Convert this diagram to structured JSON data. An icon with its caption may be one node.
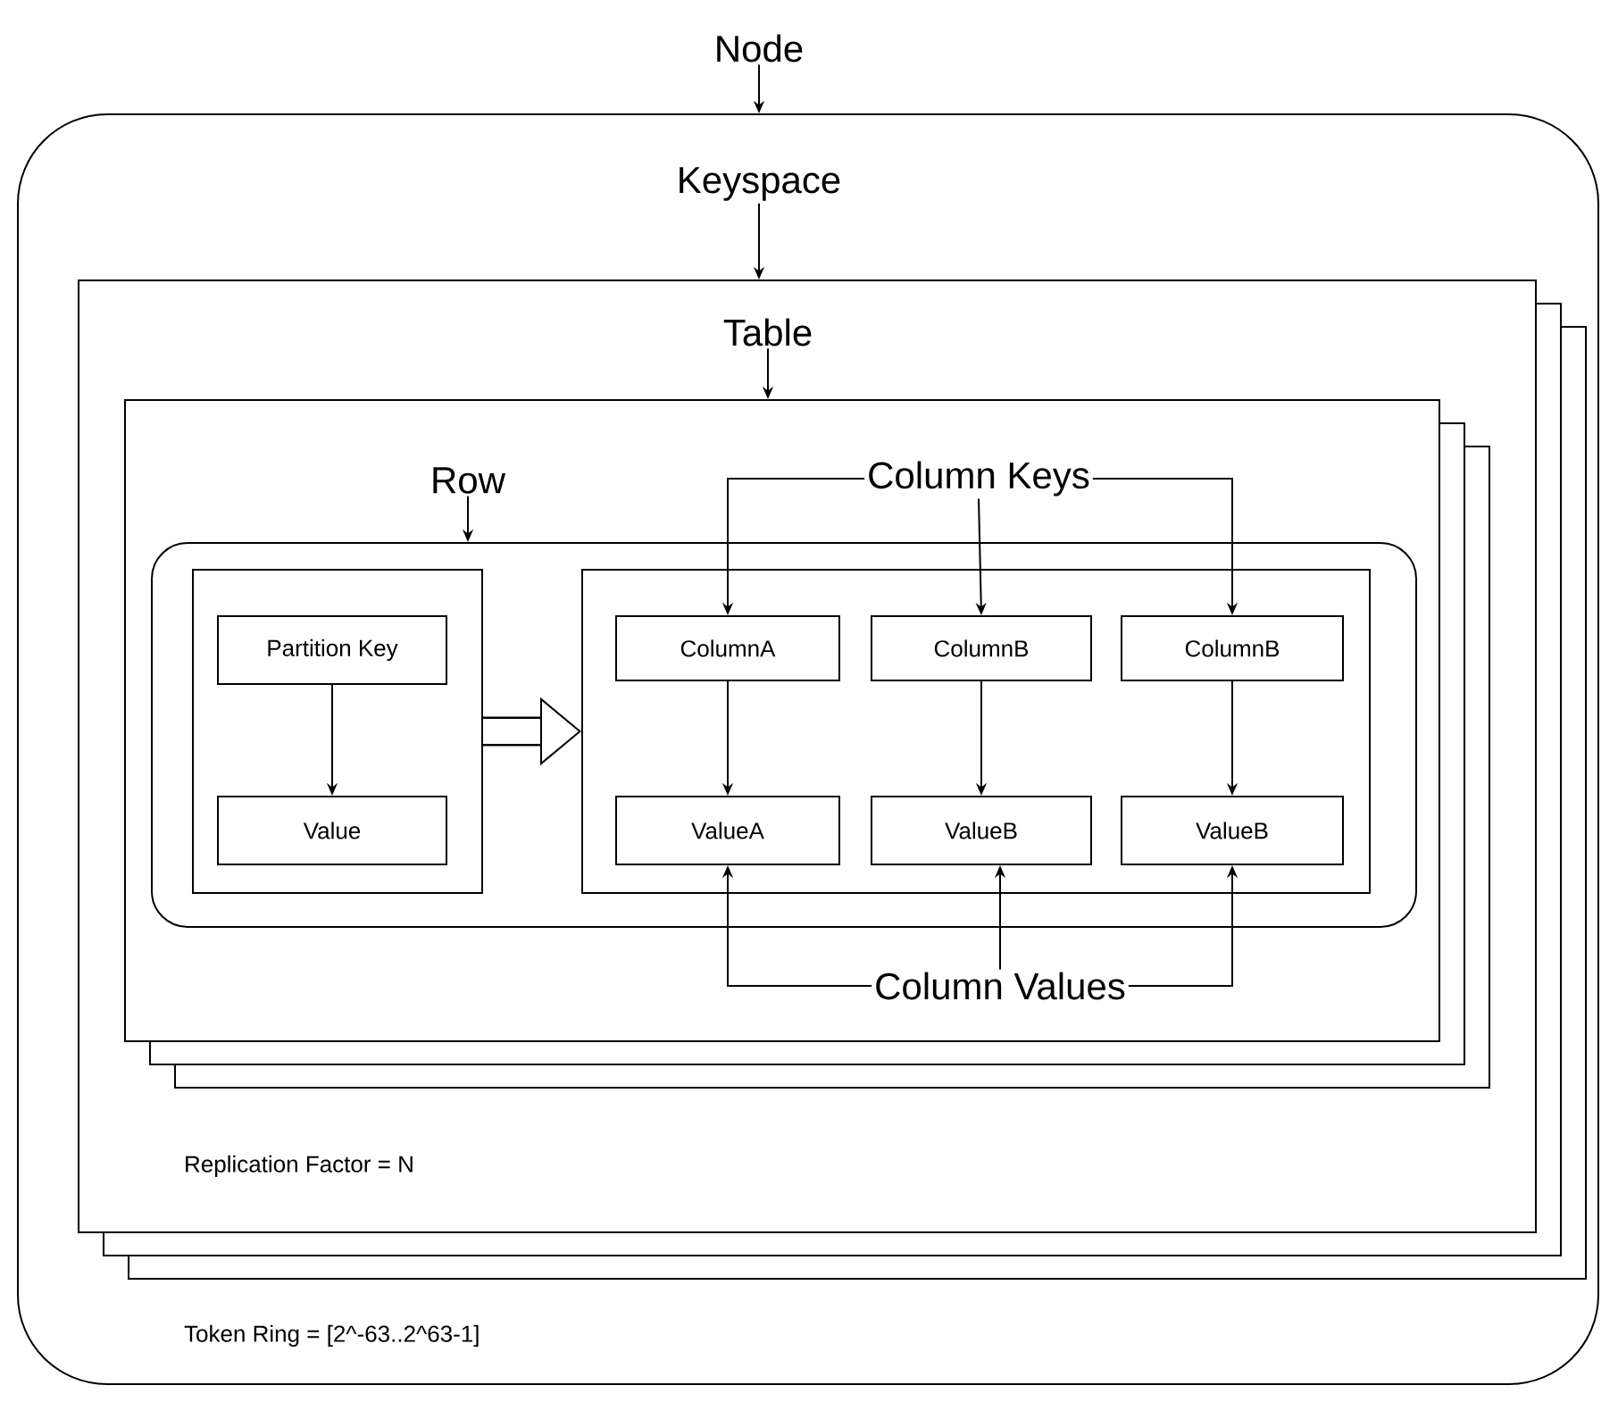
{
  "diagram": {
    "nodes": [
      {
        "text": [
          "Node"
        ]
      },
      {
        "text": [
          "Token Ring =  [2^-63..2^63-1]"
        ]
      },
      {
        "text": [
          "Keyspace"
        ],
        "in": 1
      },
      {
        "text": [
          "Replication Factor = N"
        ],
        "in": 1
      },
      {
        "text": [
          "Table"
        ],
        "in": 3
      },
      {
        "text": [],
        "shape": "box",
        "in": 3
      },
      {
        "text": [
          "Row"
        ],
        "in": 5
      },
      {
        "text": [
          "Column Keys"
        ],
        "in": 5
      },
      {
        "text": [],
        "shape": "box",
        "in": 5
      },
      {
        "text": [],
        "shape": "box",
        "in": 8
      },
      {
        "text": [
          "Partition Key"
        ],
        "in": 9
      },
      {
        "text": [
          "Value"
        ],
        "in": 9
      },
      {
        "text": [],
        "shape": "box",
        "in": 8
      },
      {
        "text": [
          "ColumnA"
        ],
        "in": 12
      },
      {
        "text": [
          "ColumnB"
        ],
        "in": 12
      },
      {
        "text": [
          "ColumnB"
        ],
        "in": 12
      },
      {
        "text": [
          "ValueA"
        ],
        "in": 12
      },
      {
        "text": [
          "ValueB"
        ],
        "in": 12
      },
      {
        "text": [
          "ValueB"
        ],
        "in": 12
      },
      {
        "text": [
          "Column Values"
        ],
        "in": 5
      }
    ],
    "edges": [
      {
        "from": 0,
        "to": 1,
        "arrow": "to"
      },
      {
        "from": 2,
        "to": 3,
        "arrow": "to"
      },
      {
        "from": 4,
        "to": 5,
        "arrow": "to"
      },
      {
        "from": 6,
        "to": 8,
        "arrow": "to"
      },
      {
        "from": 7,
        "to": 13,
        "arrow": "to"
      },
      {
        "from": 7,
        "to": 14,
        "arrow": "to"
      },
      {
        "from": 7,
        "to": 15,
        "arrow": "to"
      },
      {
        "from": 10,
        "to": 11,
        "arrow": "to"
      },
      {
        "from": 9,
        "to": 12,
        "arrow": "to",
        "style": "thick"
      },
      {
        "from": 13,
        "to": 16,
        "arrow": "to"
      },
      {
        "from": 14,
        "to": 17,
        "arrow": "to"
      },
      {
        "from": 15,
        "to": 18,
        "arrow": "to"
      },
      {
        "from": 19,
        "to": 16,
        "arrow": "to"
      },
      {
        "from": 19,
        "to": 17,
        "arrow": "to"
      },
      {
        "from": 19,
        "to": 18,
        "arrow": "to"
      }
    ]
  }
}
